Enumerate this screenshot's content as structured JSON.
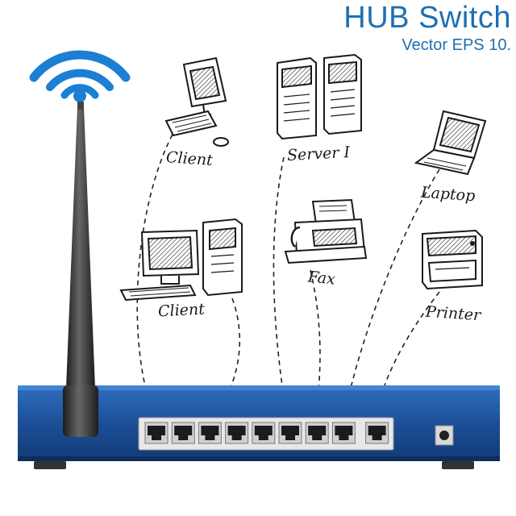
{
  "header": {
    "title": "HUB Switch",
    "subtitle": "Vector EPS 10."
  },
  "devices": {
    "client_top": "Client",
    "server": "Server I",
    "laptop": "Laptop",
    "client_bottom": "Client",
    "fax": "Fax",
    "printer": "Printer"
  },
  "colors": {
    "hub_blue": "#1c4f97",
    "title_blue": "#1f6fb3",
    "wifi_blue": "#1b7fd3",
    "antenna": "#333333"
  },
  "icons": [
    "wifi-signal-icon",
    "antenna-icon",
    "desktop-computer-icon",
    "server-tower-icon",
    "laptop-icon",
    "fax-machine-icon",
    "printer-icon",
    "ethernet-port-icon",
    "power-jack-icon"
  ]
}
